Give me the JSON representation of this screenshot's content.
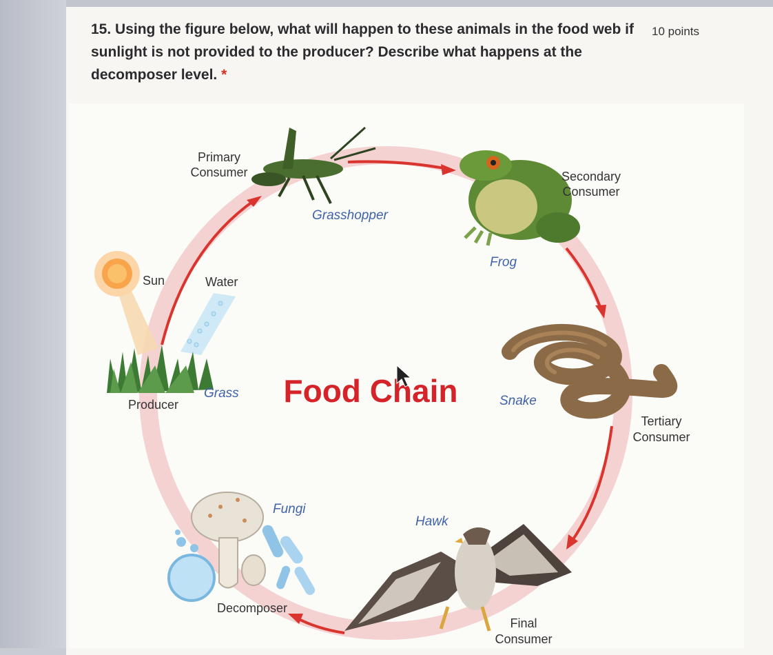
{
  "question": {
    "text": "15. Using the figure below, what will happen to these animals in the food web if sunlight is not provided to the producer? Describe what happens at the decomposer level.",
    "required_mark": "*",
    "points": "10 points"
  },
  "figure": {
    "title": "Food Chain",
    "labels": {
      "primary_consumer": [
        "Primary",
        "Consumer"
      ],
      "grasshopper": "Grasshopper",
      "secondary_consumer": [
        "Secondary",
        "Consumer"
      ],
      "frog": "Frog",
      "sun": "Sun",
      "water": "Water",
      "grass": "Grass",
      "producer": "Producer",
      "snake": "Snake",
      "tertiary_consumer": [
        "Tertiary",
        "Consumer"
      ],
      "fungi": "Fungi",
      "hawk": "Hawk",
      "decomposer": "Decomposer",
      "final_consumer": [
        "Final",
        "Consumer"
      ]
    },
    "colors": {
      "ring": "#f3c9c9",
      "arrow": "#d9352e",
      "title": "#d4242a",
      "italic_label": "#3f62a8"
    }
  }
}
